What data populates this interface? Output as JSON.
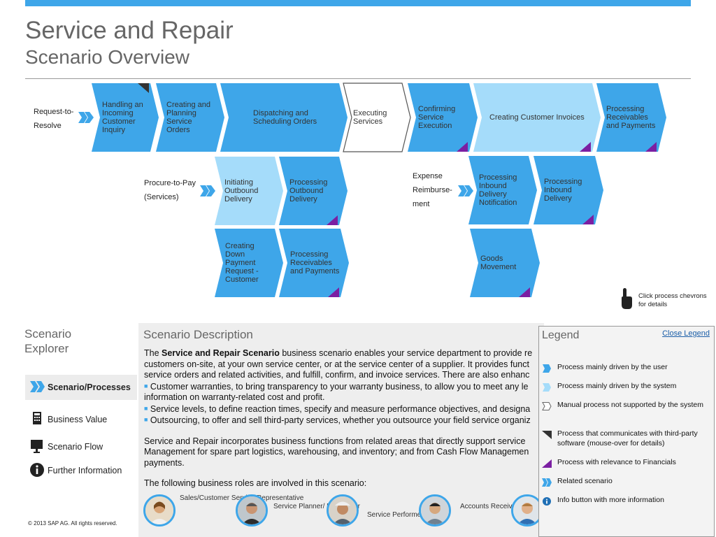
{
  "header": {
    "title": "Service and Repair",
    "subtitle": "Scenario Overview"
  },
  "colors": {
    "accent": "#3ea6e9",
    "user_process": "#3ea6e9",
    "system_process": "#a5dcfa",
    "finance_marker": "#7b1fa2",
    "third_party_marker": "#333333"
  },
  "flow": {
    "related_scenarios": [
      {
        "label": "Request-to-Resolve"
      },
      {
        "label": "Procure-to-Pay (Services)"
      },
      {
        "label": "Expense Reimburse-ment"
      }
    ],
    "chevrons": [
      {
        "id": "handling",
        "label": "Handling an Incoming Customer Inquiry",
        "kind": "user",
        "third_party": true,
        "finance": false
      },
      {
        "id": "creating-planning",
        "label": "Creating and Planning Service Orders",
        "kind": "user",
        "third_party": false,
        "finance": false
      },
      {
        "id": "dispatching",
        "label": "Dispatching and Scheduling Orders",
        "kind": "user",
        "third_party": false,
        "finance": false
      },
      {
        "id": "executing",
        "label": "Executing Services",
        "kind": "manual",
        "third_party": false,
        "finance": false
      },
      {
        "id": "confirming",
        "label": "Confirming Service Execution",
        "kind": "user",
        "third_party": false,
        "finance": true
      },
      {
        "id": "invoices",
        "label": "Creating Customer Invoices",
        "kind": "system",
        "third_party": false,
        "finance": true
      },
      {
        "id": "receivables-top",
        "label": "Processing Receivables and Payments",
        "kind": "user",
        "third_party": false,
        "finance": true
      },
      {
        "id": "initiating-outbound",
        "label": "Initiating Outbound Delivery",
        "kind": "system",
        "third_party": false,
        "finance": false
      },
      {
        "id": "processing-outbound",
        "label": "Processing Outbound Delivery",
        "kind": "user",
        "third_party": false,
        "finance": true
      },
      {
        "id": "down-payment",
        "label": "Creating Down Payment Request - Customer",
        "kind": "user",
        "third_party": false,
        "finance": false
      },
      {
        "id": "receivables-mid",
        "label": "Processing Receivables and Payments",
        "kind": "user",
        "third_party": false,
        "finance": true
      },
      {
        "id": "inbound-notification",
        "label": "Processing Inbound Delivery Notification",
        "kind": "user",
        "third_party": false,
        "finance": false
      },
      {
        "id": "inbound-delivery",
        "label": "Processing Inbound Delivery",
        "kind": "user",
        "third_party": false,
        "finance": true
      },
      {
        "id": "goods-movement",
        "label": "Goods Movement",
        "kind": "user",
        "third_party": false,
        "finance": true
      }
    ],
    "hint": "Click process chevrons for details"
  },
  "explorer": {
    "title": "Scenario Explorer",
    "items": [
      {
        "label": "Scenario/Processes",
        "icon": "chevron-icon",
        "active": true
      },
      {
        "label": "Business Value",
        "icon": "calculator-icon",
        "active": false
      },
      {
        "label": "Scenario Flow",
        "icon": "monitor-icon",
        "active": false
      },
      {
        "label": "Further Information",
        "icon": "info-icon",
        "active": false
      }
    ],
    "copyright": "© 2013 SAP AG. All rights reserved."
  },
  "description": {
    "title": "Scenario Description",
    "intro_prefix": "The ",
    "intro_bold": "Service and Repair Scenario",
    "intro_rest": " business scenario enables your service department to provide re",
    "lines": [
      "customers on-site, at your own service center, or at the service center of a supplier. It provides funct",
      "service orders and related activities, and fulfill, confirm, and invoice services. There are also enhanc"
    ],
    "bullets": [
      "Customer warranties, to bring transparency to your warranty business, to allow you to meet any le",
      "Service levels, to define reaction times, specify and measure performance objectives, and designa",
      "Outsourcing, to offer and sell third-party services, whether you outsource your field service organiz"
    ],
    "bullet1_cont": "information on warranty-related cost and profit.",
    "para2": [
      "Service and Repair incorporates business functions from related areas that directly support service",
      "Management for spare part logistics, warehousing, and inventory; and from Cash Flow Managemen",
      "payments."
    ],
    "roles_intro": "The following business roles are involved in this scenario:",
    "roles": [
      "Sales/Customer Service Representative",
      "Service Planner/ Dispatcher",
      "Service Performer",
      "Accounts Receivables Accountant"
    ]
  },
  "legend": {
    "title": "Legend",
    "close_label": "Close Legend",
    "items": [
      {
        "icon": "user-process-swatch",
        "label": "Process mainly driven by the user"
      },
      {
        "icon": "system-process-swatch",
        "label": "Process mainly driven by the system"
      },
      {
        "icon": "manual-process-swatch",
        "label": "Manual process not supported by the system"
      },
      {
        "icon": "third-party-swatch",
        "label": "Process that communicates with third-party software (mouse-over for details)"
      },
      {
        "icon": "finance-swatch",
        "label": "Process with relevance to Financials"
      },
      {
        "icon": "related-scenario-swatch",
        "label": "Related scenario"
      },
      {
        "icon": "info-swatch",
        "label": "Info button with more information"
      }
    ]
  }
}
